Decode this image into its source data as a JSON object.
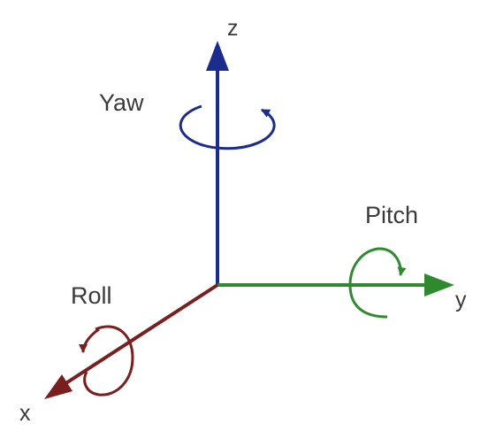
{
  "axes": {
    "x": {
      "label": "x",
      "color": "#7a1f1f"
    },
    "y": {
      "label": "y",
      "color": "#2f8a2f"
    },
    "z": {
      "label": "z",
      "color": "#1c2c8c"
    }
  },
  "rotations": {
    "yaw": {
      "label": "Yaw",
      "axis": "z",
      "color": "#1c2c8c"
    },
    "pitch": {
      "label": "Pitch",
      "axis": "y",
      "color": "#2f8a2f"
    },
    "roll": {
      "label": "Roll",
      "axis": "x",
      "color": "#7a1f1f"
    }
  }
}
